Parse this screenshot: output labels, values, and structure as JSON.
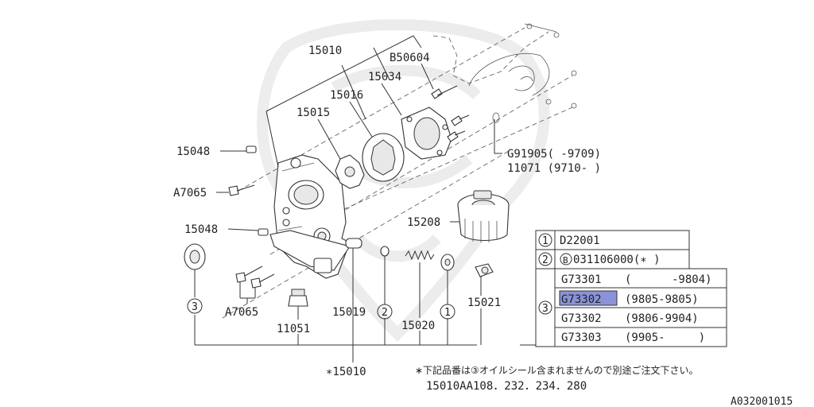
{
  "callouts": {
    "c15010": "15010",
    "cB50604": "B50604",
    "c15034": "15034",
    "c15016": "15016",
    "c15015": "15015",
    "c15048a": "15048",
    "cA7065a": "A7065",
    "c15048b": "15048",
    "c15208": "15208",
    "cG91905": "G91905( -9709)",
    "c11071": "11071  (9710- )",
    "cA7065b": "A7065",
    "c11051": "11051",
    "c15019": "15019",
    "c15020": "15020",
    "c15021": "15021",
    "cStar15010": "∗15010"
  },
  "circled": {
    "one": "1",
    "two": "2",
    "three": "3"
  },
  "table": {
    "row1_num": "1",
    "row1_text": "D22001",
    "row2_num": "2",
    "row2_b": "B",
    "row2_text": "031106000(∗ )",
    "row3_num": "3",
    "sub": [
      {
        "code": "G73301",
        "range": "(      -9804)"
      },
      {
        "code": "G73302",
        "range": "(9805-9805)"
      },
      {
        "code": "G73302",
        "range": "(9806-9904)"
      },
      {
        "code": "G73303",
        "range": "(9905-     )"
      }
    ]
  },
  "notes": {
    "line1": "∗下記品番は③オイルシール含まれませんので別途ご注文下さい。",
    "line2": "15010AA108．232．234．280"
  },
  "figure_id": "A032001015",
  "colors": {
    "highlight": "#8a93d8",
    "line": "#333333"
  }
}
